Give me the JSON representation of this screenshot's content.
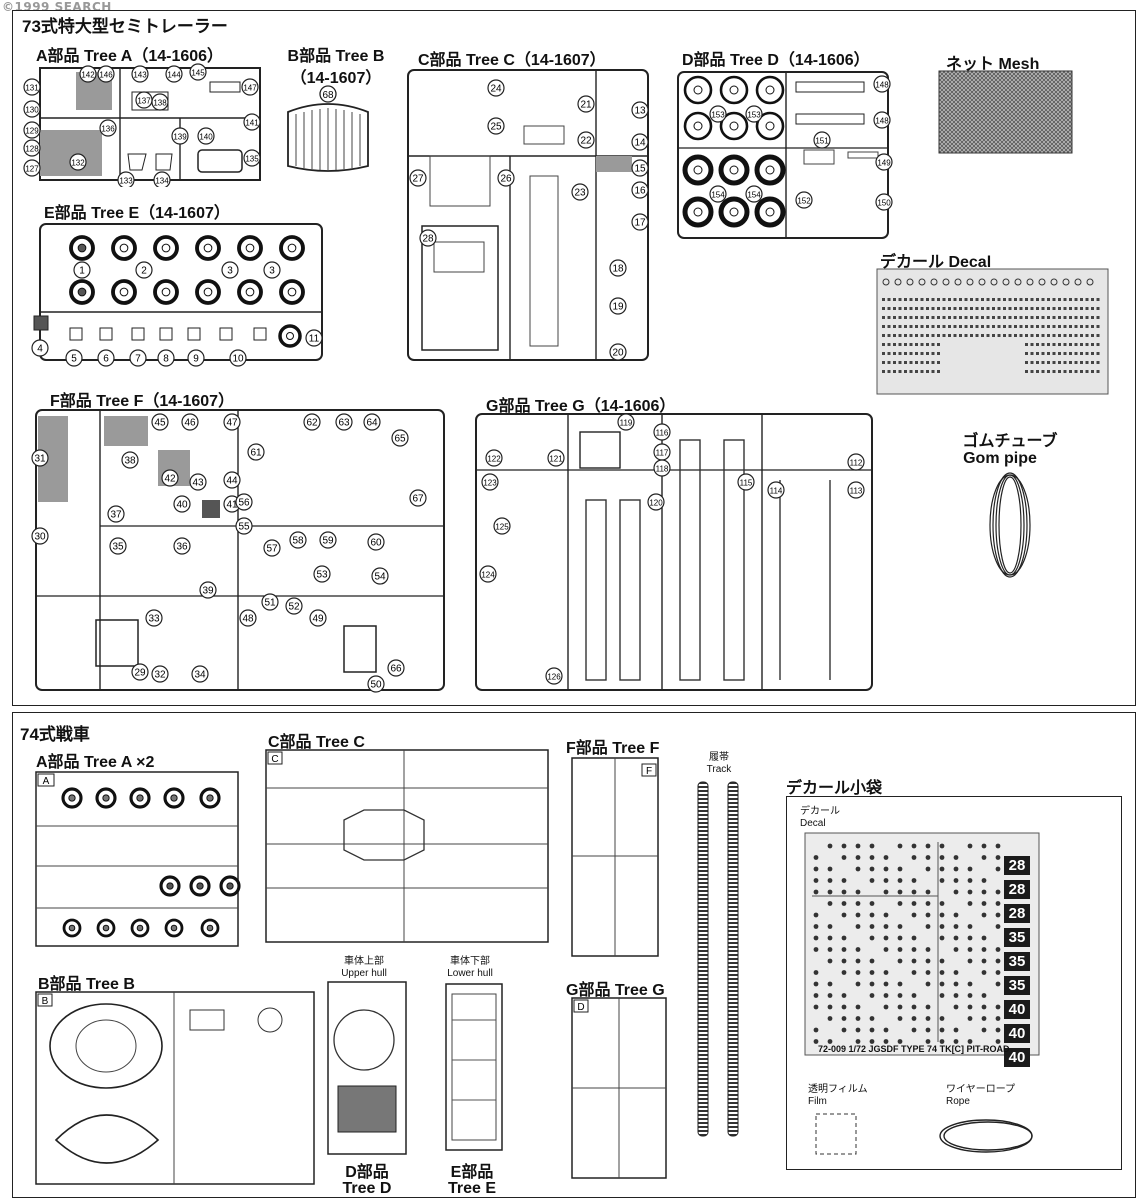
{
  "watermark": "©1999 SEARCH",
  "section1": {
    "title": "73式特大型セミトレーラー",
    "tree_a": {
      "label": "A部品 Tree A（14-1606）",
      "parts": [
        "131",
        "130",
        "129",
        "128",
        "127",
        "142",
        "146",
        "143",
        "144",
        "145",
        "147",
        "136",
        "137",
        "138",
        "139",
        "140",
        "141",
        "132",
        "133",
        "134",
        "135"
      ]
    },
    "tree_b": {
      "label_line1": "B部品 Tree B",
      "label_line2": "（14-1607）",
      "parts": [
        "68"
      ]
    },
    "tree_c": {
      "label": "C部品 Tree C（14-1607）",
      "parts": [
        "24",
        "25",
        "21",
        "13",
        "22",
        "14",
        "15",
        "16",
        "17",
        "18",
        "19",
        "20",
        "26",
        "23",
        "27",
        "28"
      ]
    },
    "tree_d": {
      "label": "D部品 Tree D（14-1606）",
      "parts": [
        "148",
        "148",
        "153",
        "153",
        "151",
        "149",
        "154",
        "154",
        "152",
        "150"
      ]
    },
    "mesh": {
      "label": "ネット Mesh"
    },
    "decal": {
      "label": "デカール Decal"
    },
    "tree_e": {
      "label": "E部品 Tree E（14-1607）",
      "parts": [
        "1",
        "2",
        "3",
        "3",
        "4",
        "5",
        "6",
        "7",
        "8",
        "9",
        "10",
        "11"
      ]
    },
    "tree_f": {
      "label": "F部品 Tree F（14-1607）",
      "parts": [
        "31",
        "30",
        "45",
        "46",
        "47",
        "38",
        "42",
        "43",
        "44",
        "37",
        "40",
        "41",
        "35",
        "36",
        "39",
        "33",
        "29",
        "32",
        "34",
        "62",
        "63",
        "64",
        "65",
        "61",
        "56",
        "55",
        "57",
        "58",
        "59",
        "60",
        "67",
        "53",
        "54",
        "51",
        "52",
        "48",
        "49",
        "50",
        "66"
      ]
    },
    "tree_g": {
      "label": "G部品 Tree G（14-1606）",
      "parts": [
        "122",
        "121",
        "119",
        "116",
        "117",
        "118",
        "112",
        "123",
        "120",
        "115",
        "114",
        "113",
        "125",
        "124",
        "126"
      ]
    },
    "gom": {
      "label_line1": "ゴムチューブ",
      "label_line2": "Gom pipe"
    }
  },
  "section2": {
    "title": "74式戦車",
    "tree_a": {
      "label": "A部品 Tree A ×2",
      "letter": "A"
    },
    "tree_c": {
      "label": "C部品 Tree C",
      "letter": "C"
    },
    "tree_f": {
      "label": "F部品 Tree F",
      "letter": "F"
    },
    "track": {
      "label_jp": "履帯",
      "label_en": "Track"
    },
    "decal_bag": {
      "label": "デカール小袋"
    },
    "decal": {
      "label_jp": "デカール",
      "label_en": "Decal",
      "numbers": [
        "28",
        "28",
        "28",
        "35",
        "35",
        "35",
        "40",
        "40",
        "40"
      ],
      "caption": "72-009 1/72 JGSDF TYPE 74 TK[C] PIT-ROAD"
    },
    "film": {
      "label_jp": "透明フィルム",
      "label_en": "Film"
    },
    "rope": {
      "label_jp": "ワイヤーロープ",
      "label_en": "Rope"
    },
    "tree_b": {
      "label": "B部品 Tree B",
      "letter": "B"
    },
    "upper": {
      "label_jp": "車体上部",
      "label_en": "Upper hull"
    },
    "lower": {
      "label_jp": "車体下部",
      "label_en": "Lower hull"
    },
    "tree_d": {
      "label_line1": "D部品",
      "label_line2": "Tree D"
    },
    "tree_e": {
      "label_line1": "E部品",
      "label_line2": "Tree E"
    },
    "tree_g": {
      "label": "G部品 Tree G",
      "letter": "D"
    }
  },
  "colors": {
    "ink": "#222222",
    "shade": "#9a9a9a",
    "decal_black": "#1b1b1b"
  }
}
